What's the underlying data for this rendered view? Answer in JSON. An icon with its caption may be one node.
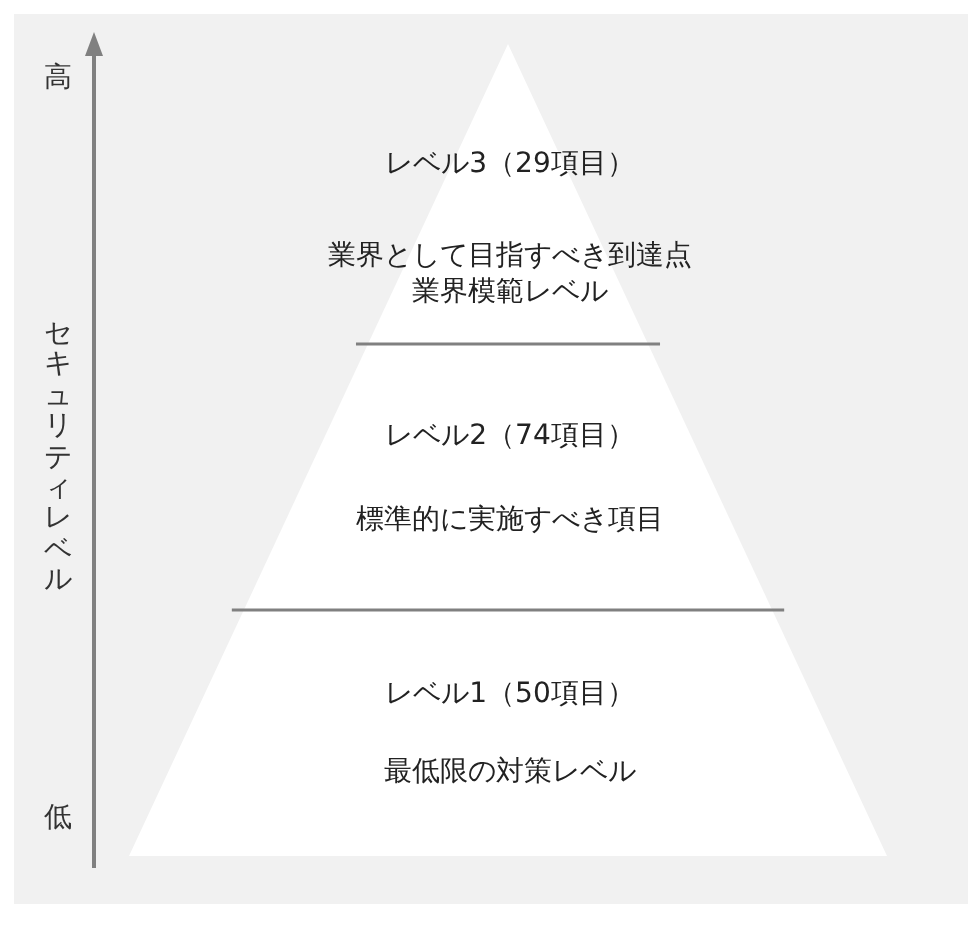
{
  "diagram": {
    "nodes": [
      {
        "text": [
          "レベル3（29項目）",
          "業界として目指すべき到達点業界模範レベル"
        ]
      },
      {
        "text": [
          "レベル2（74項目）",
          "標準的に実施すべき項目"
        ]
      },
      {
        "text": [
          "レベル1（50項目）",
          "最低限の対策レベル"
        ]
      }
    ],
    "labels": [
      "高",
      "セキュリティレベル",
      "低"
    ]
  }
}
